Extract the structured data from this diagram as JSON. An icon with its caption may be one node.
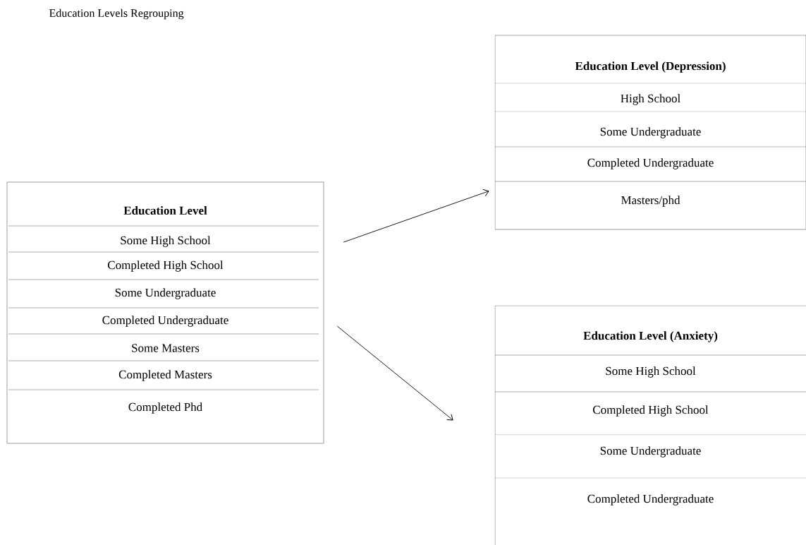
{
  "diagram": {
    "title": "Education Levels Regrouping",
    "nodes": [
      {
        "text": [
          "Education Level",
          "Some High School",
          "Completed High School",
          "Some Undergraduate",
          "Completed Undergraduate",
          "Some Masters",
          "Completed Masters",
          "Completed Phd"
        ]
      },
      {
        "text": [
          "Education Level (Depression)",
          "High School",
          "Some Undergraduate",
          "Completed Undergraduate",
          "Masters/phd"
        ]
      },
      {
        "text": [
          "Education Level (Anxiety)",
          "Some High School",
          "Completed High School",
          "Some Undergraduate",
          "Completed Undergraduate"
        ]
      }
    ],
    "edges": [
      {
        "from": 0,
        "to": 1,
        "arrow": "to"
      },
      {
        "from": 0,
        "to": 2,
        "arrow": "to"
      }
    ]
  }
}
